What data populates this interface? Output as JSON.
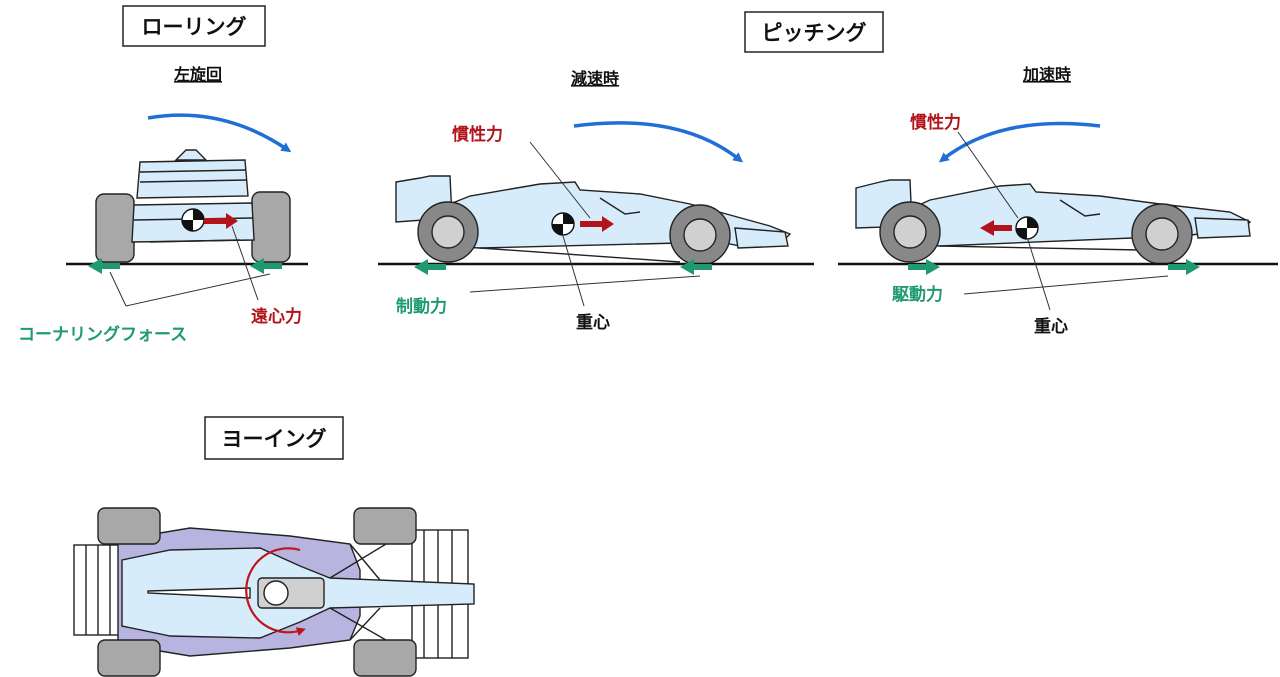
{
  "titles": {
    "rolling": "ローリング",
    "pitching": "ピッチング",
    "yawing": "ヨーイング"
  },
  "subtitles": {
    "left_turn": "左旋回",
    "deceleration": "減速時",
    "acceleration": "加速時"
  },
  "labels": {
    "centrifugal": "遠心力",
    "cornering_force": "コーナリングフォース",
    "inertia_decel": "慣性力",
    "braking": "制動力",
    "cog_decel": "重心",
    "inertia_accel": "慣性力",
    "drive": "駆動力",
    "cog_accel": "重心"
  },
  "colors": {
    "rotation_arrow": "#1f6fd6",
    "force_red": "#b3141b",
    "force_green": "#1f9a6e",
    "car_body": "#d6ecfa",
    "tire": "#a8a8a8",
    "floor_purple": "#b7b5e0",
    "yaw_circle": "#c0141b"
  }
}
